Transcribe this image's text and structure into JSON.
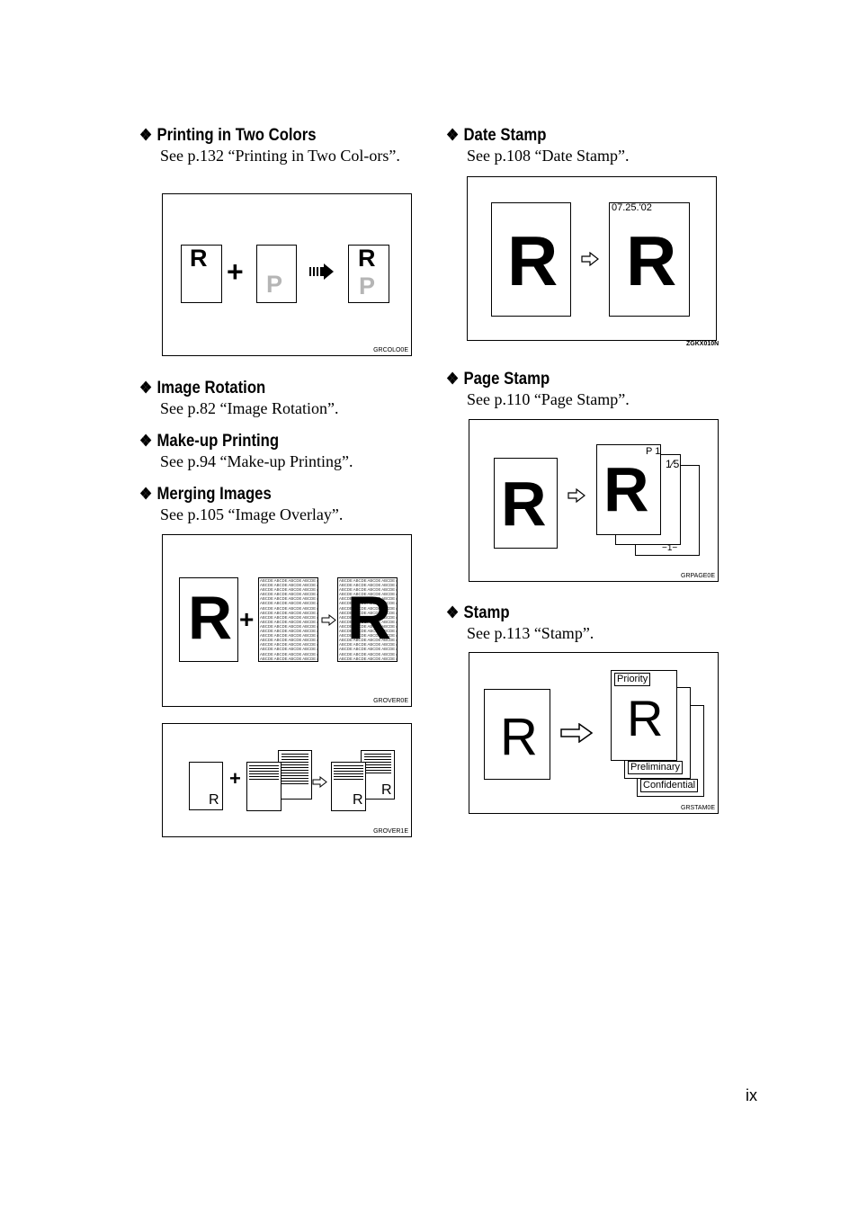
{
  "sections": {
    "two_colors": {
      "title": "Printing in Two Colors",
      "ref": "See p.132 “Printing in Two Col-ors”."
    },
    "image_rotation": {
      "title": "Image Rotation",
      "ref": "See p.82 “Image Rotation”."
    },
    "makeup": {
      "title": "Make-up Printing",
      "ref": "See p.94 “Make-up Printing”."
    },
    "merging": {
      "title": "Merging Images",
      "ref": "See p.105 “Image Overlay”."
    },
    "date_stamp": {
      "title": "Date Stamp",
      "ref": "See p.108 “Date Stamp”."
    },
    "page_stamp": {
      "title": "Page Stamp",
      "ref": "See p.110 “Page Stamp”."
    },
    "stamp": {
      "title": "Stamp",
      "ref": "See p.113 “Stamp”."
    }
  },
  "bullet": "❖",
  "figures": {
    "colors": {
      "code": "GRCOLO0E",
      "letter_r": "R",
      "letter_p": "P",
      "plus": "+"
    },
    "overlay": {
      "code": "GROVER0E",
      "letter": "R",
      "plus": "+",
      "pattern_word": "ABCDE"
    },
    "overlay2": {
      "code": "GROVER1E",
      "letter": "R",
      "plus": "+"
    },
    "date": {
      "code": "ZGKX010N",
      "letter": "R",
      "date": "07.25.'02"
    },
    "pagestamp": {
      "code": "GRPAGE0E",
      "letter": "R",
      "p1": "P 1",
      "fraction": "1⁄5",
      "footer": "−1−"
    },
    "stamp": {
      "code": "GRSTAM0E",
      "letter": "R",
      "priority": "Priority",
      "preliminary": "Preliminary",
      "confidential": "Confidential"
    }
  },
  "page_number": "ix",
  "colors": {
    "gray_letter": "#b5b5b5"
  }
}
